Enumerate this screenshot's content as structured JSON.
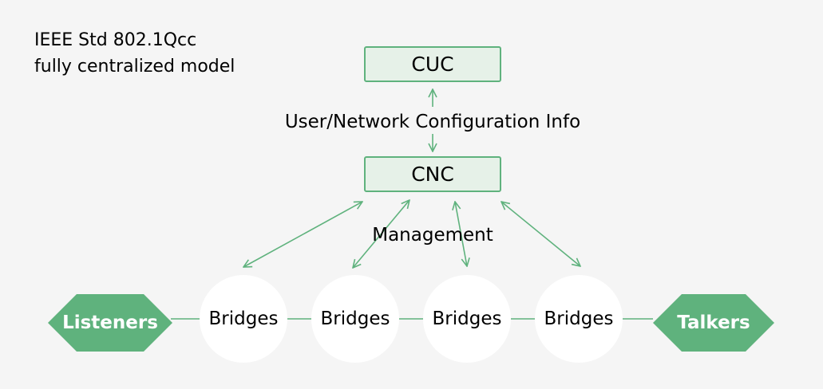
{
  "header": {
    "line1": "IEEE Std 802.1Qcc",
    "line2": "fully centralized model"
  },
  "nodes": {
    "cuc": "CUC",
    "cnc": "CNC",
    "listeners": "Listeners",
    "talkers": "Talkers",
    "bridges": [
      "Bridges",
      "Bridges",
      "Bridges",
      "Bridges"
    ]
  },
  "edge_labels": {
    "cuc_cnc": "User/Network Configuration Info",
    "cnc_bridges": "Management"
  },
  "colors": {
    "accent": "#5fb27d",
    "box_fill": "#e6f1e8",
    "background": "#f5f5f5",
    "bridge_fill": "#ffffff"
  }
}
